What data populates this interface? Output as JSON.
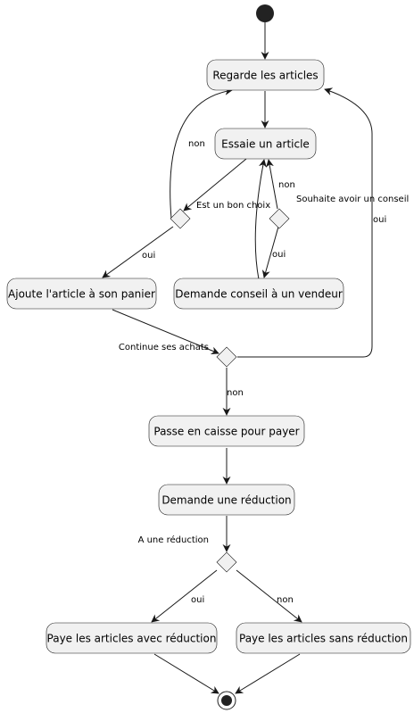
{
  "diagram": {
    "type": "activity",
    "colors": {
      "node_fill": "#f1f1f1",
      "stroke": "#181818",
      "start": "#222222",
      "text": "#000000"
    },
    "activities": {
      "regarde": "Regarde les articles",
      "essaie": "Essaie un article",
      "ajoute": "Ajoute l'article à son panier",
      "demande_conseil": "Demande conseil à un vendeur",
      "passe_caisse": "Passe en caisse pour payer",
      "demande_reduction": "Demande une réduction",
      "paye_avec": "Paye les articles avec réduction",
      "paye_sans": "Paye les articles sans réduction"
    },
    "conditions": {
      "bon_choix": "Est un bon choix",
      "conseil": "Souhaite avoir un conseil",
      "continue": "Continue ses achats",
      "reduction": "A une réduction"
    },
    "edge_labels": {
      "non_regarde": "non",
      "oui_ajoute": "oui",
      "non_conseil": "non",
      "oui_conseil": "oui",
      "oui_continue": "oui",
      "non_continue": "non",
      "oui_reduction": "oui",
      "non_reduction": "non"
    }
  }
}
